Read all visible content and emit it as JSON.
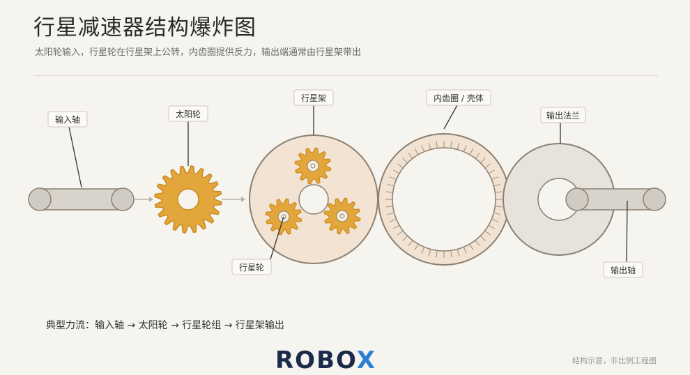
{
  "header": {
    "title": "行星减速器结构爆炸图",
    "subtitle": "太阳轮输入，行星轮在行星架上公转，内齿圈提供反力，输出端通常由行星架带出"
  },
  "labels": {
    "input_shaft": "输入轴",
    "sun_gear": "太阳轮",
    "carrier": "行星架",
    "planet_gear": "行星轮",
    "ring_gear": "内齿圈 / 壳体",
    "output_flange": "输出法兰",
    "output_shaft": "输出轴"
  },
  "footer": {
    "flow": "典型力流：输入轴 → 太阳轮 → 行星轮组 → 行星架输出",
    "note": "结构示意，非比例工程图",
    "logo_main": "ROBO",
    "logo_x": "X"
  },
  "colors": {
    "gear": "#e3a63a",
    "gear_stroke": "#c98a1f",
    "carrier_fill": "#f3e3d3",
    "ring_fill": "#f1e2d2",
    "stroke": "#8a7f70",
    "flange_fill": "#e6e2dc"
  }
}
